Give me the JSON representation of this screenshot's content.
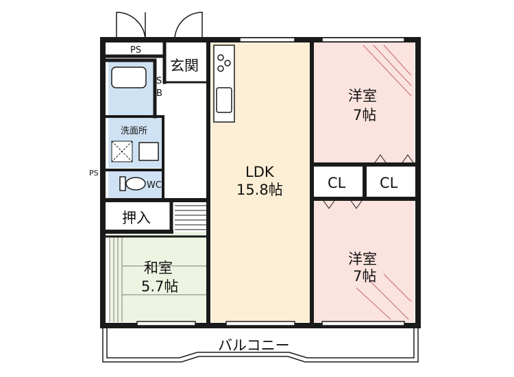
{
  "colors": {
    "wall": "#1a1a1a",
    "ldk": "#fdefd6",
    "western": "#fbe3df",
    "japanese": "#eef4e2",
    "wet": "#cfe2f3",
    "hall": "#ffffff"
  },
  "labels": {
    "ps_top": "PS",
    "ps_side": "PS",
    "entrance": "玄関",
    "sb_s": "S",
    "sb_b": "B",
    "washroom": "洗面所",
    "wc": "WC",
    "oshiire": "押入",
    "washitsu_name": "和室",
    "washitsu_size": "5.7帖",
    "ldk_name": "LDK",
    "ldk_size": "15.8帖",
    "yoshitsu1_name": "洋室",
    "yoshitsu1_size": "7帖",
    "yoshitsu2_name": "洋室",
    "yoshitsu2_size": "7帖",
    "cl1": "CL",
    "cl2": "CL",
    "balcony": "バルコニー"
  }
}
